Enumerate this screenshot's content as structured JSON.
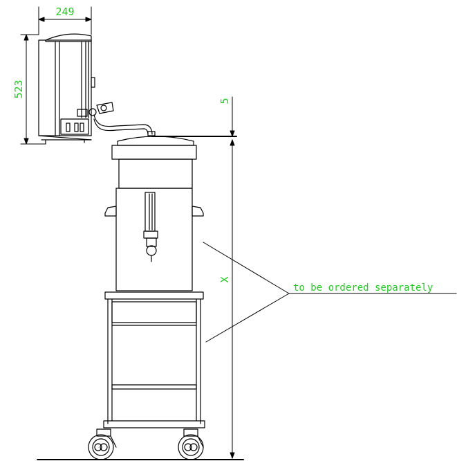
{
  "dimensions": {
    "width_label": "249",
    "height_label": "523",
    "gap_label": "5",
    "total_height_label": "X"
  },
  "annotation": {
    "text": "to be ordered separately"
  },
  "colors": {
    "dimension": "#22cc22",
    "line": "#000000",
    "background": "#ffffff"
  }
}
